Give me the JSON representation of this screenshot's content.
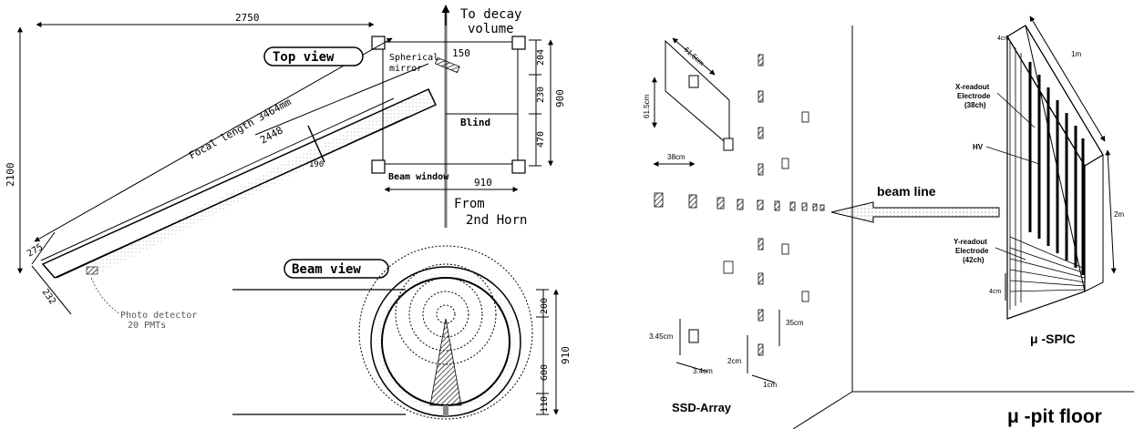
{
  "left_panel": {
    "top_view_label": "Top view",
    "beam_view_label": "Beam view",
    "to_decay_label_1": "To decay",
    "to_decay_label_2": "volume",
    "from_horn_label_1": "From",
    "from_horn_label_2": "2nd Horn",
    "spherical_mirror_label_1": "Spherical",
    "spherical_mirror_label_2": "mirror",
    "focal_length_label": "Focal length  3464mm",
    "blind_label": "Blind",
    "beam_window_label": "Beam window",
    "photo_detector_label_1": "Photo detector",
    "photo_detector_label_2": "20 PMTs",
    "dim_2750": "2750",
    "dim_2100": "2100",
    "dim_2448": "2448",
    "dim_190": "190",
    "dim_275": "275",
    "dim_232": "232",
    "dim_150": "150",
    "dim_204": "204",
    "dim_230": "230",
    "dim_470": "470",
    "dim_900": "900",
    "dim_910_top": "910",
    "dim_200": "200",
    "dim_600": "600",
    "dim_110": "110",
    "dim_910_beam": "910"
  },
  "right_panel": {
    "beam_line_label": "beam line",
    "ssd_array_label": "SSD-Array",
    "mu_spic_label": "μ -SPIC",
    "mu_pit_floor_label": "μ -pit floor",
    "x_readout_1": "X-readout",
    "x_readout_2": "Electrode",
    "x_readout_3": "(38ch)",
    "y_readout_1": "Y-readout",
    "y_readout_2": "Electrode",
    "y_readout_3": "(42ch)",
    "hv_label": "HV",
    "dim_615_a": "61.5cm",
    "dim_615_b": "61.5cm",
    "dim_38cm": "38cm",
    "dim_345cm": "3.45cm",
    "dim_34cm": "3.4cm",
    "dim_2cm": "2cm",
    "dim_1cm": "1cm",
    "dim_35cm": "35cm",
    "dim_4cm_top": "4cm",
    "dim_1m": "1m",
    "dim_2m": "2m",
    "dim_4cm_side": "4cm"
  }
}
